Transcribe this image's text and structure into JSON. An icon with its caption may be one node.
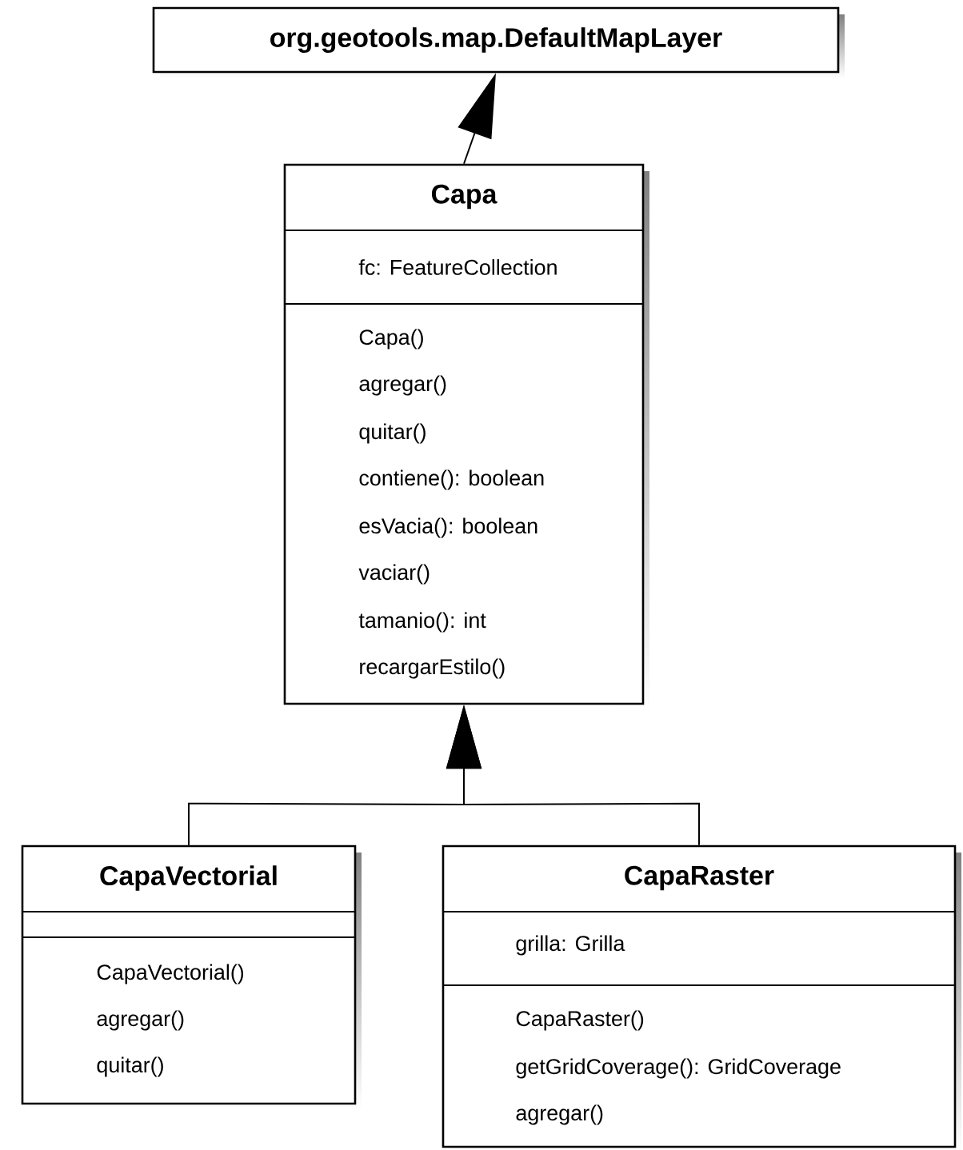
{
  "diagram": {
    "nodes": [
      {
        "text": [
          "org.geotools.map.DefaultMapLayer"
        ]
      },
      {
        "text": [
          "Capa",
          "fc: FeatureCollection",
          "Capa()",
          "agregar()",
          "quitar()",
          "contiene(): boolean",
          "esVacia(): boolean",
          "vaciar()",
          "tamanio(): int",
          "recargarEstilo()"
        ]
      },
      {
        "text": [
          "CapaVectorial",
          "CapaVectorial()",
          "agregar()",
          "quitar()"
        ]
      },
      {
        "text": [
          "CapaRaster",
          "grilla: Grilla",
          "CapaRaster()",
          "getGridCoverage(): GridCoverage",
          "agregar()"
        ]
      }
    ],
    "edges": [
      {
        "from": 1,
        "to": 0,
        "arrow": "to"
      },
      {
        "from": 2,
        "to": 1,
        "arrow": "to"
      },
      {
        "from": 3,
        "to": 1,
        "arrow": "to"
      }
    ]
  }
}
